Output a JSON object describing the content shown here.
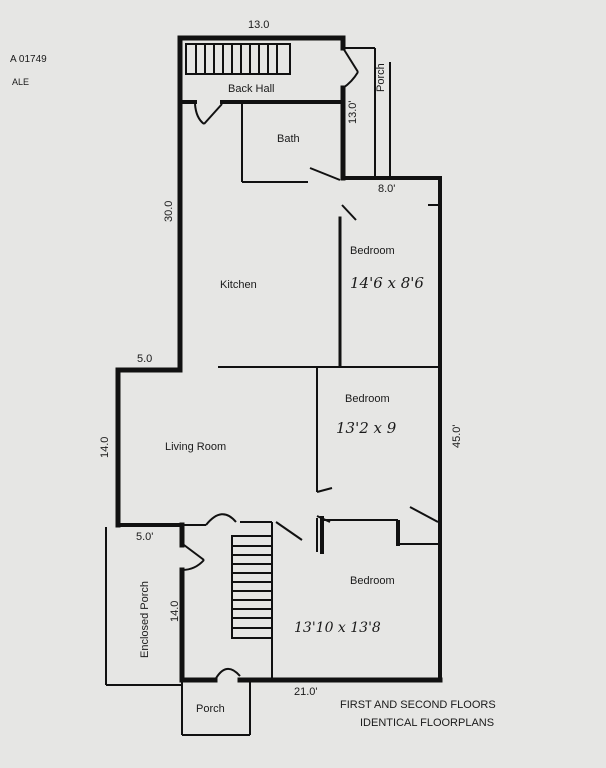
{
  "corner_note": {
    "line1": "A 01749",
    "line2": "ALE"
  },
  "dimensions": {
    "top_width": "13.0",
    "back_hall_depth": "13.0'",
    "bedroom1_width": "8.0'",
    "kitchen_length": "30.0",
    "step_width": "5.0",
    "living_depth": "14.0",
    "total_length": "45.0'",
    "porch_step_width": "5.0'",
    "enclosed_depth": "14.0",
    "bottom_width": "21.0'"
  },
  "rooms": {
    "back_hall": "Back Hall",
    "porch_top": "Porch",
    "bath": "Bath",
    "kitchen": "Kitchen",
    "bedroom_1": {
      "label": "Bedroom",
      "size": "14'6 x 8'6"
    },
    "living_room": "Living Room",
    "bedroom_2": {
      "label": "Bedroom",
      "size": "13'2 x 9"
    },
    "bedroom_3": {
      "label": "Bedroom",
      "size": "13'10 x 13'8"
    },
    "enclosed_porch": "Enclosed Porch",
    "porch_bottom": "Porch"
  },
  "caption": {
    "line1": "FIRST AND SECOND FLOORS",
    "line2": "IDENTICAL FLOORPLANS"
  }
}
